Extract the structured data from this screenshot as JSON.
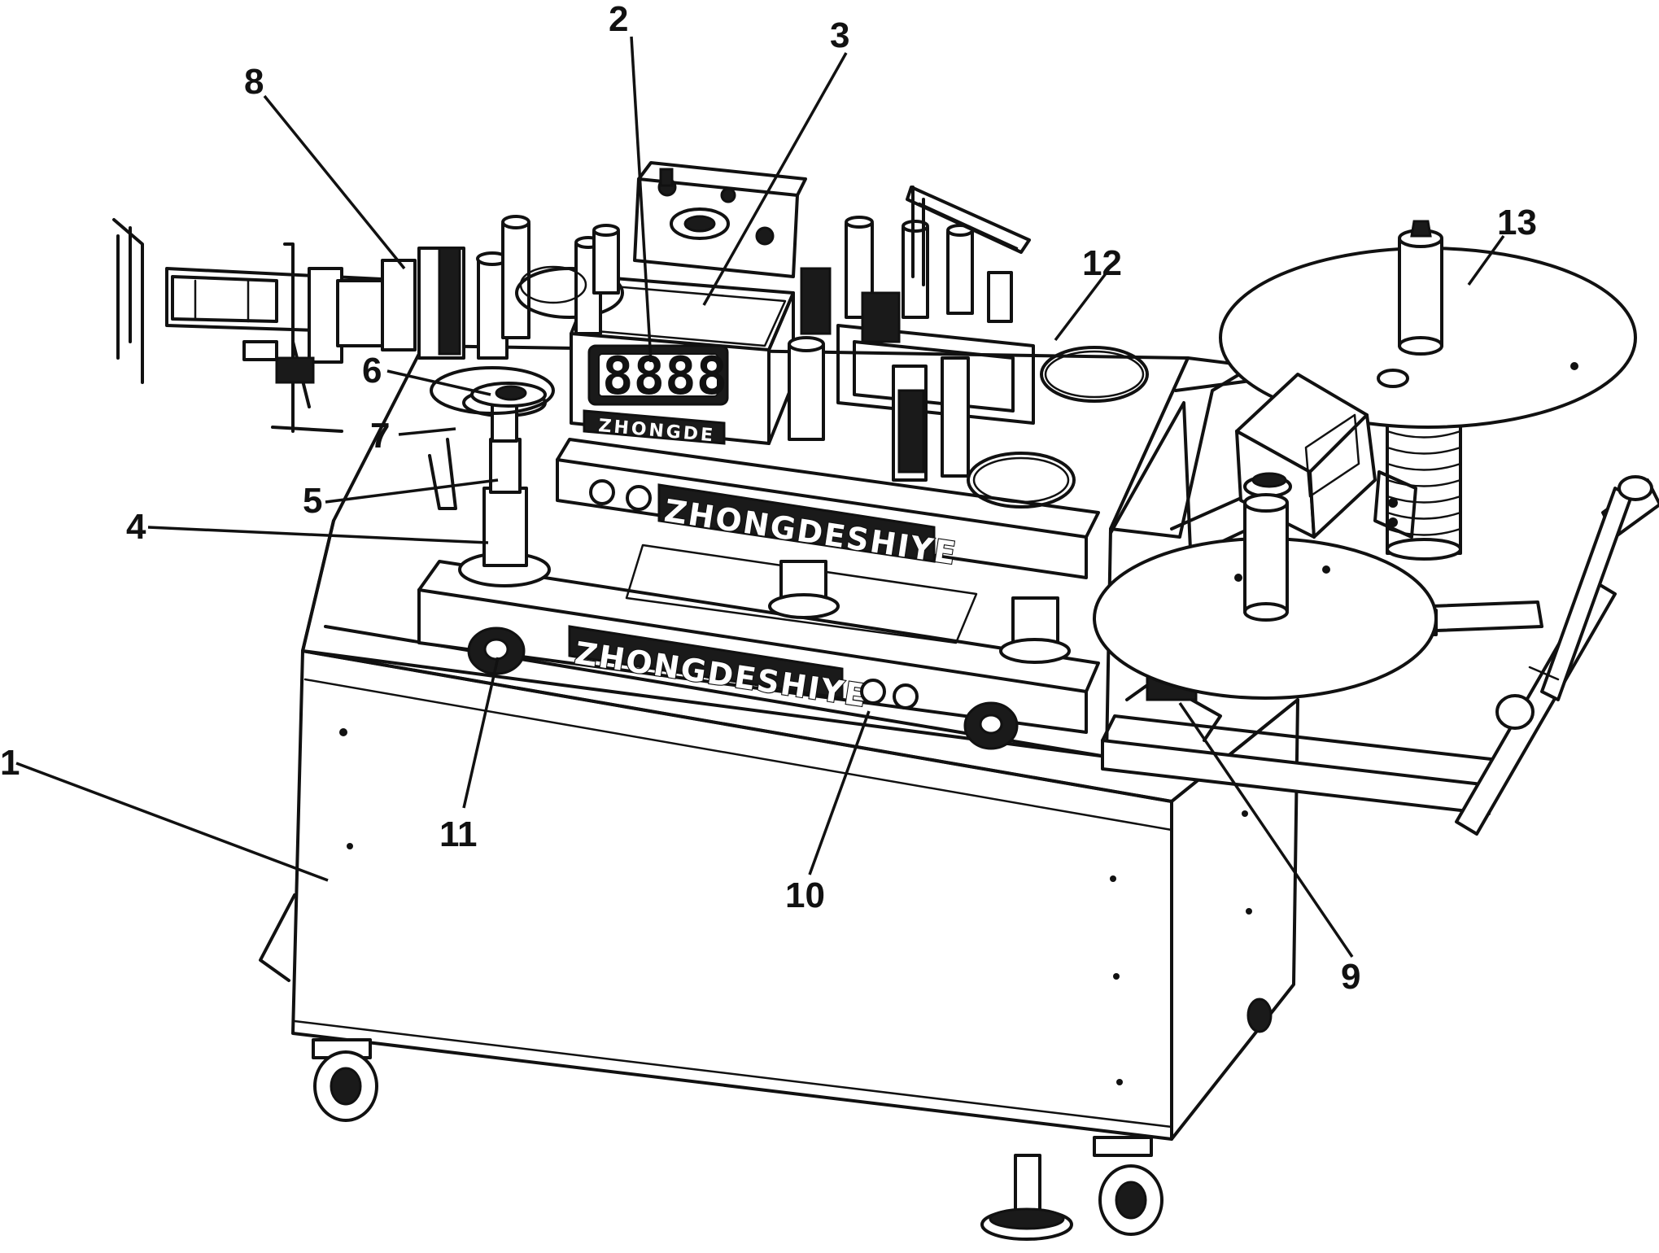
{
  "labels": {
    "l1": "1",
    "l2": "2",
    "l3": "3",
    "l4": "4",
    "l5": "5",
    "l6": "6",
    "l7": "7",
    "l8": "8",
    "l9": "9",
    "l10": "10",
    "l11": "11",
    "l12": "12",
    "l13": "13"
  },
  "machine": {
    "brand_upper": "ZHONGDESHIYE",
    "brand_lower": "ZHONGDESHIYE",
    "display_digits": "8888",
    "control_box_brand": "ZHONGDE"
  }
}
